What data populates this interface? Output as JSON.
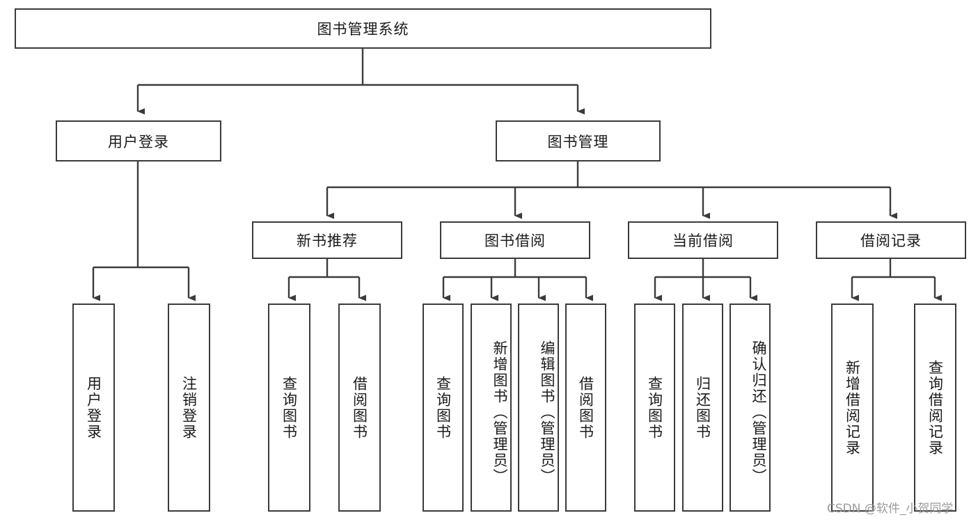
{
  "diagram": {
    "title": "图书管理系统",
    "type": "hierarchy-tree",
    "root": {
      "label": "图书管理系统"
    },
    "level1": [
      {
        "label": "用户登录"
      },
      {
        "label": "图书管理"
      }
    ],
    "level2": [
      {
        "label": "新书推荐",
        "parent": "图书管理"
      },
      {
        "label": "图书借阅",
        "parent": "图书管理"
      },
      {
        "label": "当前借阅",
        "parent": "图书管理"
      },
      {
        "label": "借阅记录",
        "parent": "图书管理"
      }
    ],
    "leaves": {
      "user_login": [
        {
          "label": "用户登录"
        },
        {
          "label": "注销登录"
        }
      ],
      "new_book_recommend": [
        {
          "label": "查询图书"
        },
        {
          "label": "借阅图书"
        }
      ],
      "book_borrow": [
        {
          "label": "查询图书"
        },
        {
          "label": "新增图书（管理员）"
        },
        {
          "label": "编辑图书（管理员）"
        },
        {
          "label": "借阅图书"
        }
      ],
      "current_borrow": [
        {
          "label": "查询图书"
        },
        {
          "label": "归还图书"
        },
        {
          "label": "确认归还（管理员）"
        }
      ],
      "borrow_record": [
        {
          "label": "新增借阅记录"
        },
        {
          "label": "查询借阅记录"
        }
      ]
    }
  },
  "watermark": {
    "text": "CSDN @软件_小贺同学"
  },
  "colors": {
    "stroke": "#3b3b3b",
    "text": "#1a1a1a",
    "background": "#ffffff",
    "watermark": "#9a9a9a"
  }
}
